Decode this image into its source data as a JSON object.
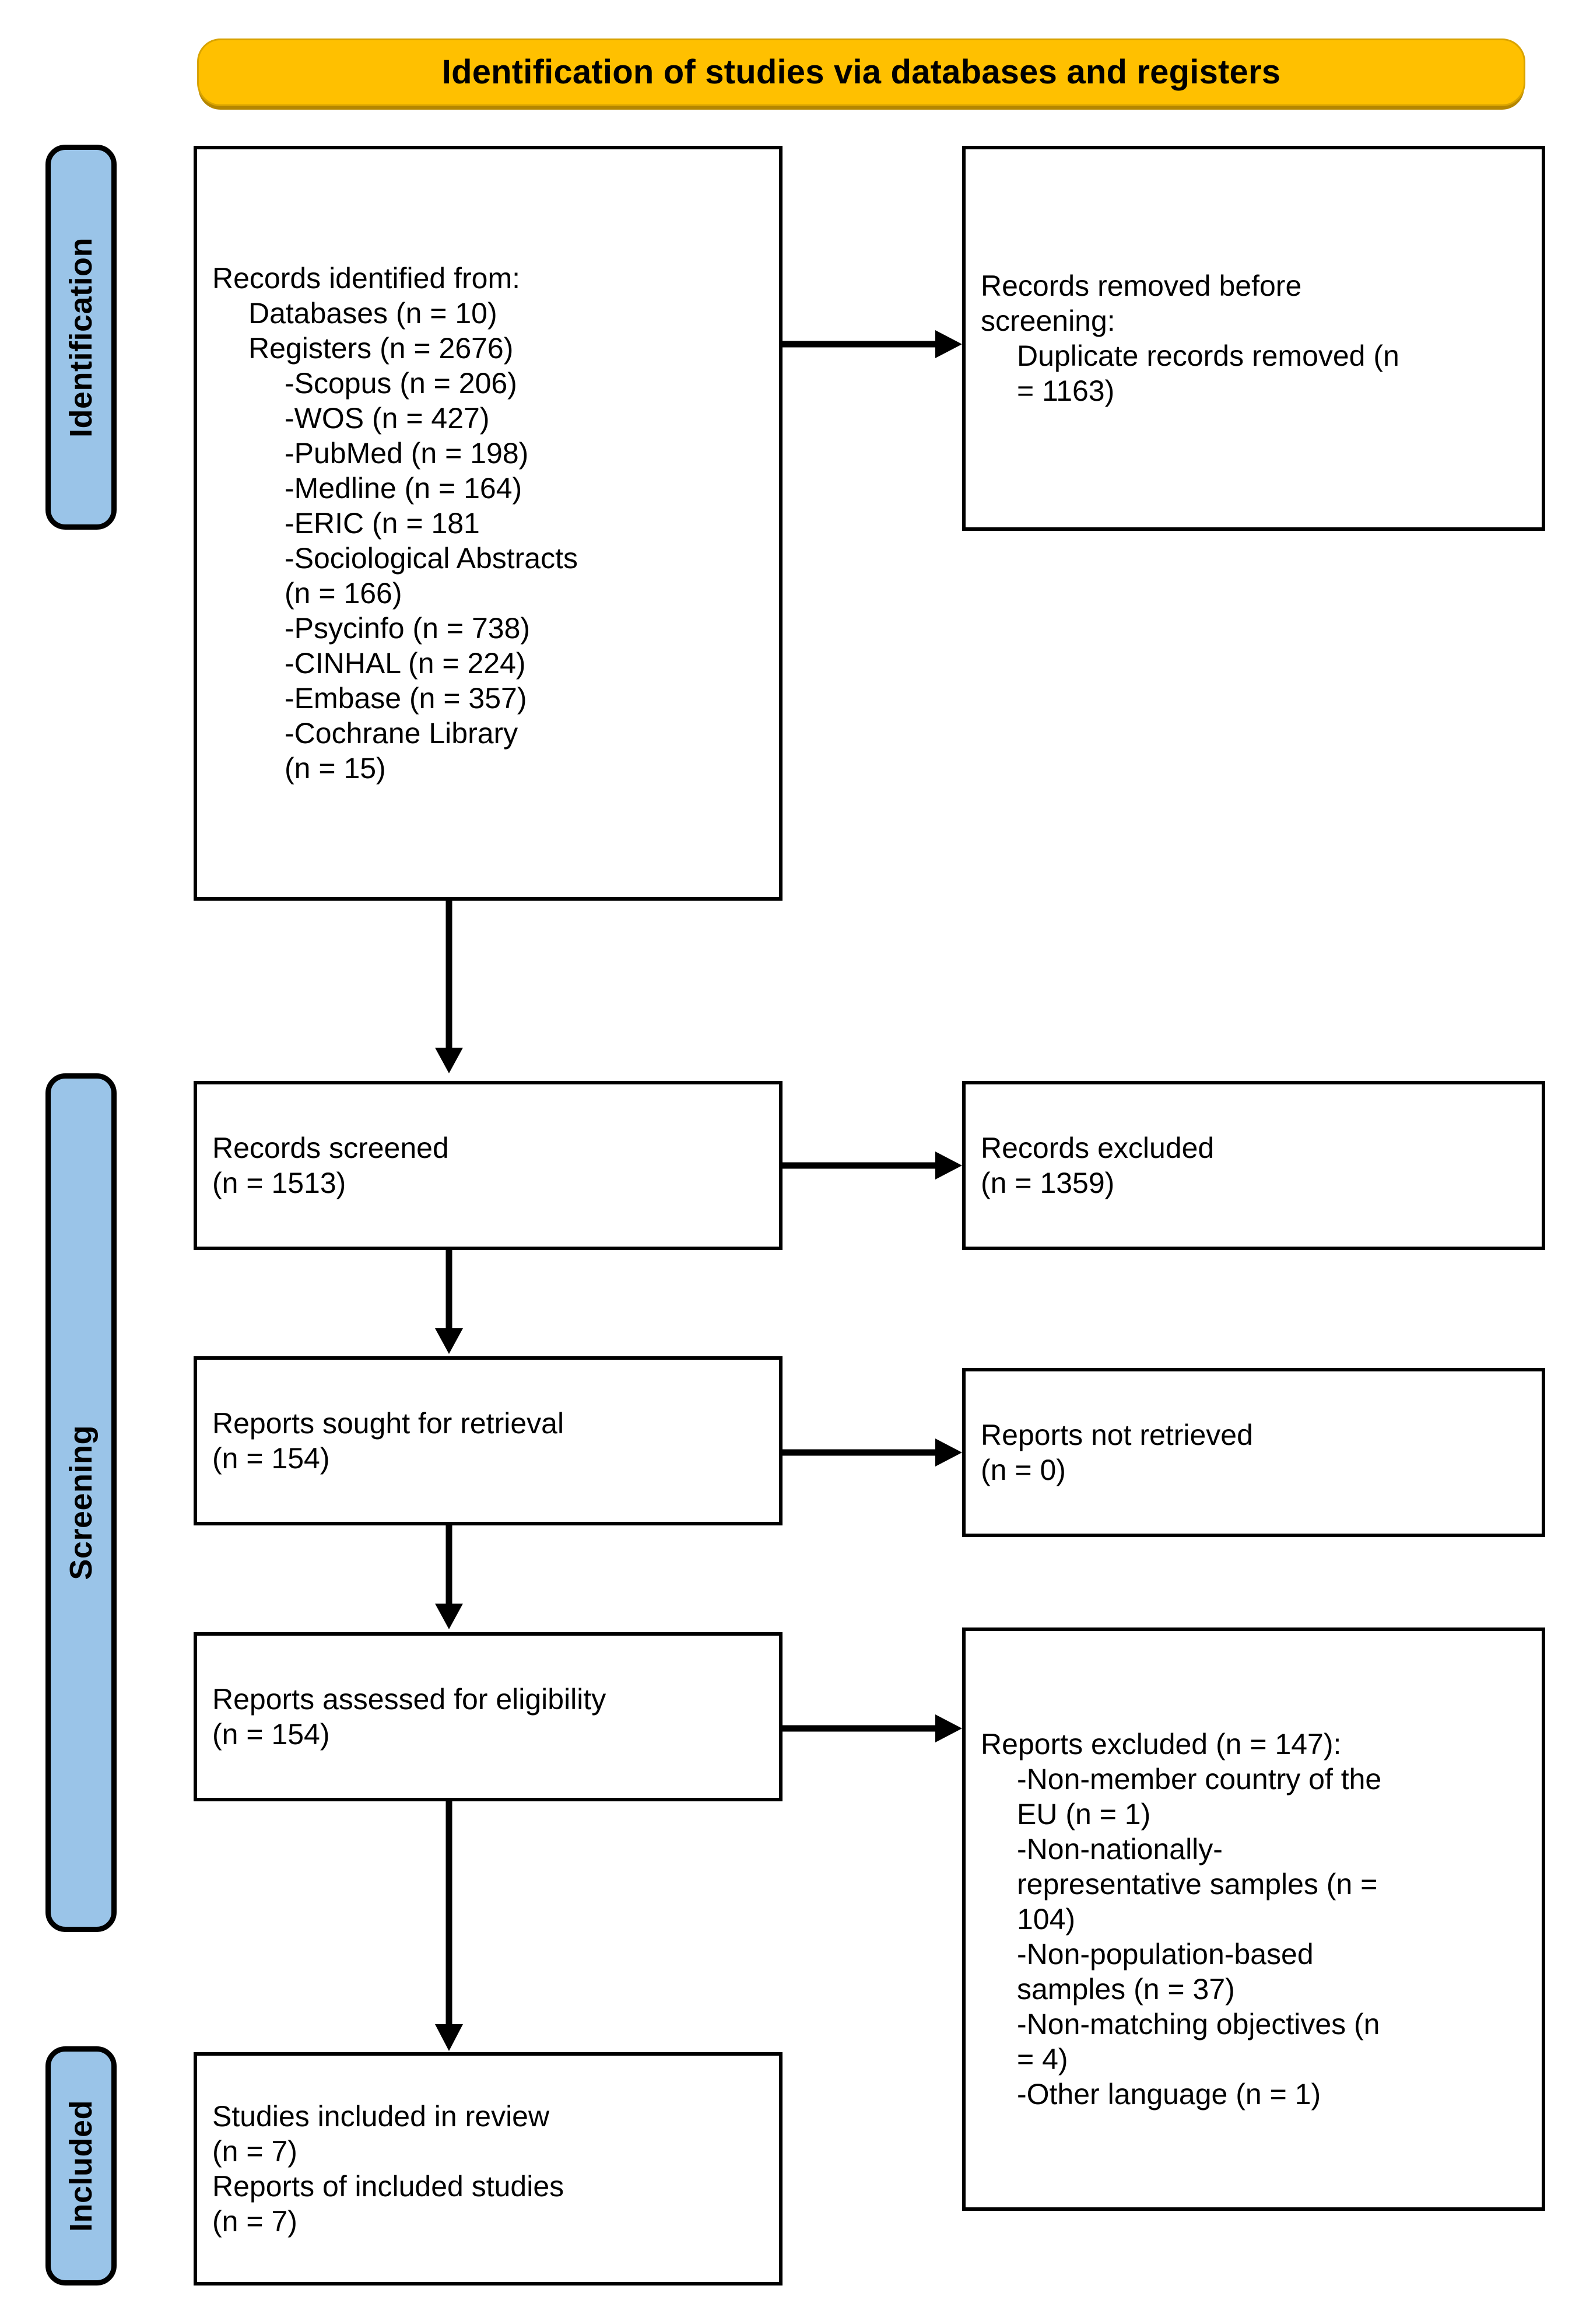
{
  "diagram": {
    "type": "prisma-flow-diagram",
    "banner": {
      "title": "Identification of studies via databases and registers"
    },
    "stage_labels": [
      {
        "key": "identification",
        "label": "Identification"
      },
      {
        "key": "screening",
        "label": "Screening"
      },
      {
        "key": "included",
        "label": "Included"
      }
    ],
    "colors": {
      "banner_fill": "#FFC000",
      "stage_label_fill": "#9AC4E8",
      "box_border": "#000000",
      "box_fill": "#FFFFFF",
      "text": "#000000"
    },
    "boxes": {
      "records_identified": {
        "name": "Records identified from",
        "lines": [
          {
            "text": "Records identified from:",
            "indent": 0
          },
          {
            "text": "Databases (n = 10)",
            "indent": 1
          },
          {
            "text": "Registers (n = 2676)",
            "indent": 1
          },
          {
            "text": "-Scopus (n = 206)",
            "indent": 2
          },
          {
            "text": "-WOS (n = 427)",
            "indent": 2
          },
          {
            "text": "-PubMed (n = 198)",
            "indent": 2
          },
          {
            "text": "-Medline (n = 164)",
            "indent": 2
          },
          {
            "text": "-ERIC (n = 181",
            "indent": 2
          },
          {
            "text": "-Sociological Abstracts",
            "indent": 2
          },
          {
            "text": "(n = 166)",
            "indent": 2
          },
          {
            "text": "-Psycinfo (n = 738)",
            "indent": 2
          },
          {
            "text": "-CINHAL (n = 224)",
            "indent": 2
          },
          {
            "text": "-Embase (n = 357)",
            "indent": 2
          },
          {
            "text": "-Cochrane Library",
            "indent": 2
          },
          {
            "text": "(n = 15)",
            "indent": 2
          }
        ]
      },
      "records_removed": {
        "name": "Records removed before screening",
        "lines": [
          {
            "text": "Records removed before",
            "indent": 0
          },
          {
            "text": "screening:",
            "indent": 0
          },
          {
            "text": "Duplicate records removed (n",
            "indent": 1
          },
          {
            "text": "= 1163)",
            "indent": 1
          }
        ]
      },
      "records_screened": {
        "name": "Records screened",
        "lines": [
          {
            "text": "Records screened",
            "indent": 0
          },
          {
            "text": "(n = 1513)",
            "indent": 0
          }
        ]
      },
      "records_excluded": {
        "name": "Records excluded",
        "lines": [
          {
            "text": "Records excluded",
            "indent": 0
          },
          {
            "text": "(n = 1359)",
            "indent": 0
          }
        ]
      },
      "reports_sought": {
        "name": "Reports sought for retrieval",
        "lines": [
          {
            "text": "Reports sought for retrieval",
            "indent": 0
          },
          {
            "text": "(n = 154)",
            "indent": 0
          }
        ]
      },
      "reports_not_retrieved": {
        "name": "Reports not retrieved",
        "lines": [
          {
            "text": "Reports not retrieved",
            "indent": 0
          },
          {
            "text": "(n = 0)",
            "indent": 0
          }
        ]
      },
      "reports_assessed": {
        "name": "Reports assessed for eligibility",
        "lines": [
          {
            "text": "Reports assessed for eligibility",
            "indent": 0
          },
          {
            "text": "(n = 154)",
            "indent": 0
          }
        ]
      },
      "reports_excluded": {
        "name": "Reports excluded",
        "lines": [
          {
            "text": "Reports excluded (n = 147):",
            "indent": 0
          },
          {
            "text": "-Non-member country of the",
            "indent": 1
          },
          {
            "text": "EU (n = 1)",
            "indent": 1
          },
          {
            "text": "-Non-nationally-",
            "indent": 1
          },
          {
            "text": "representative samples (n =",
            "indent": 1
          },
          {
            "text": "104)",
            "indent": 1
          },
          {
            "text": "-Non-population-based",
            "indent": 1
          },
          {
            "text": "samples (n = 37)",
            "indent": 1
          },
          {
            "text": "-Non-matching objectives (n",
            "indent": 1
          },
          {
            "text": "= 4)",
            "indent": 1
          },
          {
            "text": "-Other language (n = 1)",
            "indent": 1
          }
        ]
      },
      "studies_included": {
        "name": "Studies included in review",
        "lines": [
          {
            "text": "Studies included in review",
            "indent": 0
          },
          {
            "text": "(n = 7)",
            "indent": 0
          },
          {
            "text": "Reports of included studies",
            "indent": 0
          },
          {
            "text": "(n = 7)",
            "indent": 0
          }
        ]
      }
    },
    "flow_counts": {
      "databases": 10,
      "registers": 2676,
      "scopus": 206,
      "wos": 427,
      "pubmed": 198,
      "medline": 164,
      "eric": 181,
      "sociological_abstracts": 166,
      "psycinfo": 738,
      "cinhal": 224,
      "embase": 357,
      "cochrane_library": 15,
      "duplicates_removed": 1163,
      "records_screened": 1513,
      "records_excluded": 1359,
      "reports_sought": 154,
      "reports_not_retrieved": 0,
      "reports_assessed": 154,
      "reports_excluded_total": 147,
      "excl_non_member_eu": 1,
      "excl_non_nationally_representative": 104,
      "excl_non_population_based": 37,
      "excl_non_matching_objectives": 4,
      "excl_other_language": 1,
      "studies_included": 7,
      "reports_of_included_studies": 7
    }
  }
}
